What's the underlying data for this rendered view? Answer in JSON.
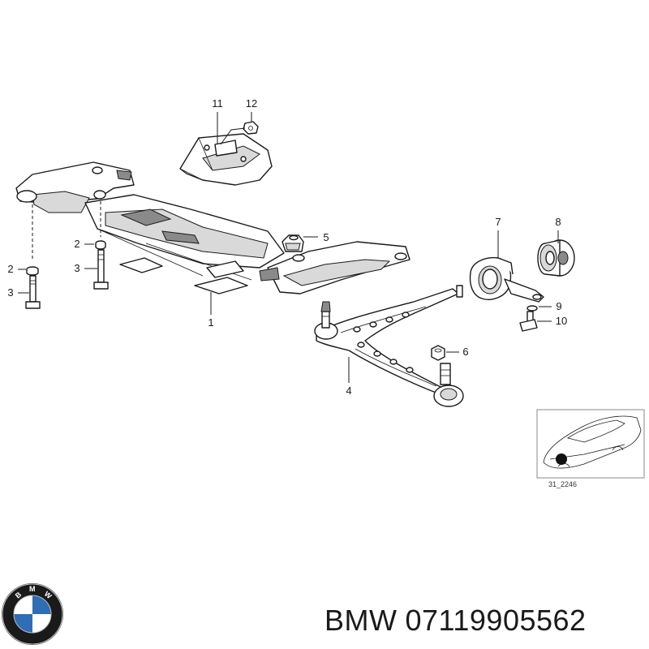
{
  "callouts": {
    "c1": "1",
    "c2a": "2",
    "c2b": "2",
    "c3a": "3",
    "c3b": "3",
    "c4": "4",
    "c5": "5",
    "c6": "6",
    "c7": "7",
    "c8": "8",
    "c9": "9",
    "c10": "10",
    "c11": "11",
    "c12": "12"
  },
  "inset": {
    "code": "31_2246"
  },
  "logo": {
    "letters": "BMW",
    "colors": {
      "ring": "#1a1a1a",
      "blue": "#2f6db5",
      "white": "#ffffff"
    }
  },
  "caption": {
    "brand": "BMW",
    "part_number": "07119905562"
  }
}
